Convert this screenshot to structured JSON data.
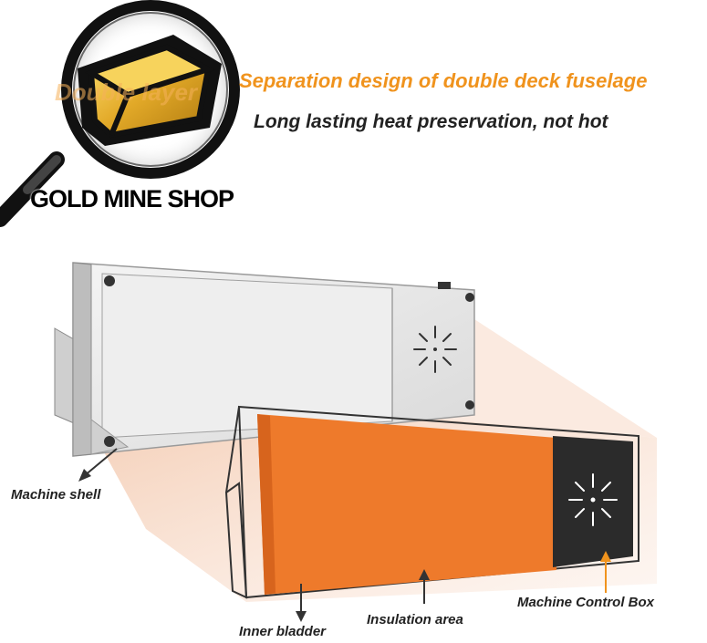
{
  "header": {
    "ghost_text": "Double layer",
    "title": "Separation design of double deck fuselage",
    "subtitle": "Long lasting heat preservation, not hot"
  },
  "brand": {
    "name": "GOLD MINE SHOP",
    "logo_icon": "magnifier-gold-bar-icon"
  },
  "callouts": {
    "machine_shell": "Machine shell",
    "inner_bladder": "Inner bladder",
    "insulation_area": "Insulation area",
    "machine_control_box": "Machine Control Box"
  },
  "colors": {
    "accent_orange": "#f0931d",
    "bladder_orange": "#ee7a2b",
    "control_box": "#2b2b2b",
    "shell_gray": "#e8e8e8"
  }
}
